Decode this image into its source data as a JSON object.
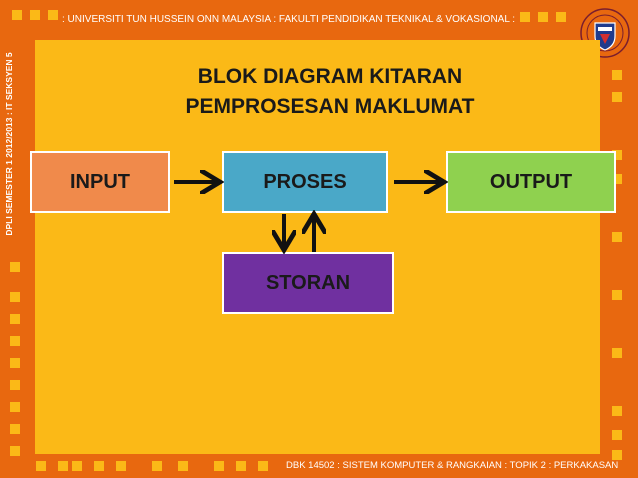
{
  "header": {
    "text": ": UNIVERSITI TUN HUSSEIN ONN MALAYSIA  :  FAKULTI  PENDIDIKAN TEKNIKAL & VOKASIONAL :"
  },
  "sidebar": {
    "text": "DPLI SEMESTER 1 2012/2013 : IT SEKSYEN 5"
  },
  "footer": {
    "text": "DBK 14502 : SISTEM KOMPUTER & RANGKAIAN : TOPIK 2 : PERKAKASAN"
  },
  "diagram": {
    "title_line1": "BLOK DIAGRAM KITARAN",
    "title_line2": "PEMPROSESAN MAKLUMAT",
    "nodes": {
      "input": "INPUT",
      "proses": "PROSES",
      "output": "OUTPUT",
      "storan": "STORAN"
    }
  },
  "colors": {
    "background": "#e8680f",
    "panel": "#fbb917",
    "input": "#f08a4b",
    "proses": "#4aa8c8",
    "output": "#8fd14f",
    "storan": "#7030a0"
  },
  "icons": {
    "logo": "university-crest-icon"
  }
}
